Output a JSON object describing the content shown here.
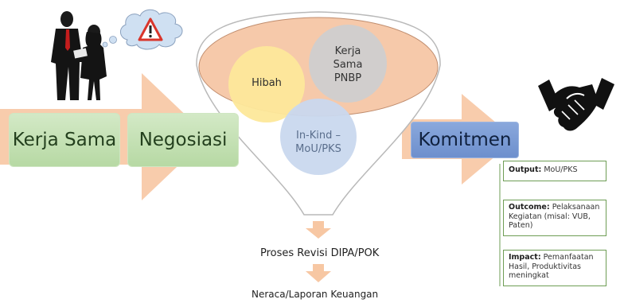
{
  "diagram": {
    "stage_kerja_sama": "Kerja Sama",
    "stage_negosiasi": "Negosiasi",
    "stage_komitmen": "Komitmen",
    "funnel_items": {
      "hibah": "Hibah",
      "kerja_sama_pnbp": "Kerja\nSama\nPNBP",
      "in_kind": "In-Kind –\nMoU/PKS"
    },
    "process_step_1": "Proses Revisi DIPA/POK",
    "process_step_2": "Neraca/Laporan Keuangan",
    "results": [
      {
        "label": "Output:",
        "text": "MoU/PKS"
      },
      {
        "label": "Outcome:",
        "text": "Pelaksanaan Kegiatan (misal: VUB, Paten)"
      },
      {
        "label": "Impact:",
        "text": "Pemanfaatan Hasil, Produktivitas meningkat"
      }
    ]
  },
  "colors": {
    "arrow_peach": "#f7c7a3",
    "green_box": "#c3e0b2",
    "blue_box": "#7c9bd5",
    "circle_yellow": "#fde89a",
    "circle_gray": "#cfcfcf",
    "circle_blue": "#c9d8ee",
    "funnel_top": "#f6c9aa",
    "card_border": "#6e9d55",
    "warning_red": "#d9352b"
  },
  "icons": [
    "business-people-icon",
    "thought-cloud-icon",
    "warning-sign-icon",
    "handshake-icon"
  ]
}
